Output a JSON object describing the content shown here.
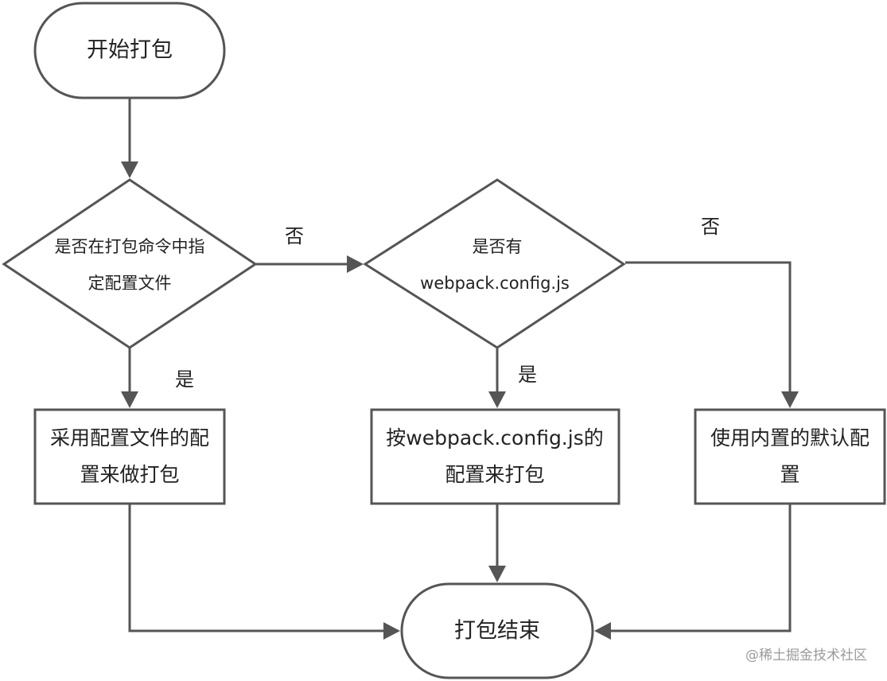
{
  "nodes": {
    "start": {
      "text": "开始打包"
    },
    "decision_cli_config": {
      "line1": "是否在打包命令中指",
      "line2": "定配置文件"
    },
    "decision_has_webpack_config": {
      "line1": "是否有",
      "line2": "webpack.config.js"
    },
    "use_specified_config": {
      "line1": "采用配置文件的配",
      "line2": "置来做打包"
    },
    "use_webpack_config": {
      "line1": "按webpack.config.js的",
      "line2": "配置来打包"
    },
    "use_default_config": {
      "line1": "使用内置的默认配",
      "line2": "置"
    },
    "end": {
      "text": "打包结束"
    }
  },
  "edge_labels": {
    "cli_no": "否",
    "cli_yes": "是",
    "webpack_yes": "是",
    "webpack_no": "否"
  },
  "watermark": "@稀土掘金技术社区",
  "colors": {
    "stroke": "#555555",
    "text": "#222222",
    "watermark": "#9a9a9a",
    "background": "#ffffff"
  }
}
